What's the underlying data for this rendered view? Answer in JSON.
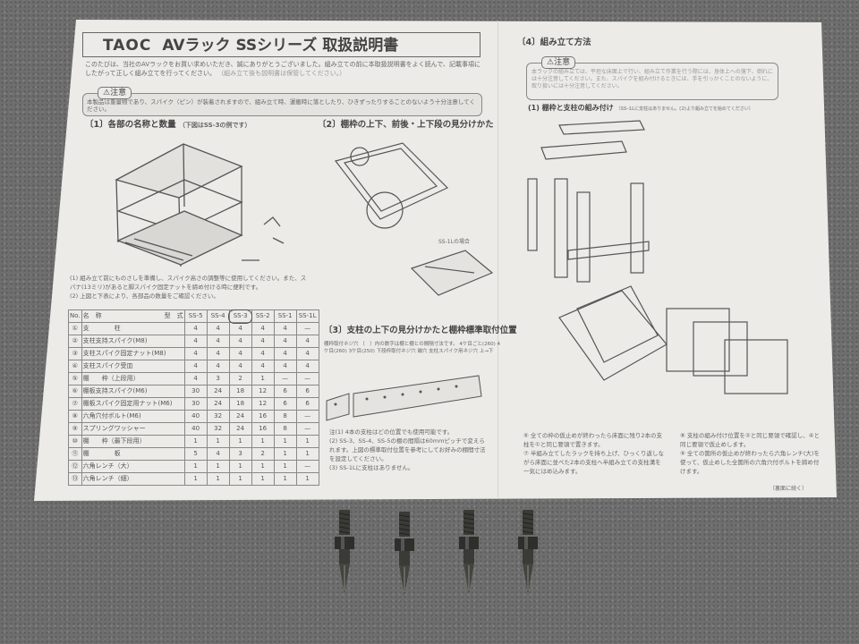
{
  "manual": {
    "brand": "TAOC",
    "title": "AVラック SSシリーズ 取扱説明書",
    "intro": "このたびは、当社のAVラックをお買い求めいただき、誠にありがとうございました。組み立ての前に本取扱説明書をよく読んで、記載事項にしたがって正しく組み立てを行ってください。",
    "intro_note": "（組み立て後も説明書は保管してください。）",
    "caution_label": "⚠注意",
    "caution_text": "本製品は重量物であり、スパイク（ピン）が装着されますので、組み立て時、運搬時に落としたり、ひきずったりすることのないよう十分注意してください。",
    "section1": {
      "heading": "〔1〕各部の名称と数量",
      "note": "（下図はSS-3の例です）",
      "notes": [
        "(1) 組み立て前にものさしを準備し、スパイク高さの調整等に使用してください。また、スパナ(13ミリ)があると脚スパイク固定ナットを締め付ける時に便利です。",
        "(2) 上図と下表により、各部品の数量をご確認ください。"
      ]
    },
    "section2": {
      "heading": "〔2〕棚枠の上下、前後・上下段の見分けかた",
      "label_case": "SS-1Lの場合"
    },
    "section3": {
      "heading": "〔3〕支柱の上下の見分けかたと棚枠標準取付位置",
      "labels": [
        "棚枠取付ネジ穴",
        "（　）内の数字は棚と棚との間隔寸法です。",
        "4ケ目ごと",
        "(260)",
        "4ケ目",
        "(260)",
        "3ケ目",
        "(250)",
        "下段枠取付ネジ穴",
        "端穴",
        "支柱スパイク用ネジ穴",
        "上",
        "下"
      ],
      "notes": [
        "注(1) 4本の支柱はどの位置でも使用可能です。",
        "(2) SS-3、SS-4、SS-5の棚の間隔は60mmピッチで変えられます。上図の標準取付位置を参考にしてお好みの棚間寸法を設定してください。",
        "(3) SS-1Lに支柱はありません。"
      ]
    },
    "section4": {
      "heading": "〔4〕組み立て方法",
      "caution_text": "本ラックの組み立ては、平坦な床面上で行い、組み立て作業を行う際には、身体上への落下、倒れには十分注意してください。また、スパイクを組み付けるときには、手を引っかくことのないように、取り扱いには十分注意してください。",
      "sub1": "(1) 棚枠と支柱の組み付け",
      "sub1_note": "（SS-1Lに支柱はありません。(2)より組み立てを始めてください）",
      "steps_left": [
        "⑥ 全ての枠の仮止めが終わったら床面に残り2本の支柱を①と同じ要領で置きます。",
        "⑦ 半組み立てしたラックを持ち上げ、ひっくり返しながら床面に並べた2本の支柱へ半組み立ての支柱溝を一気にはめ込みます。"
      ],
      "steps_right": [
        "⑧ 支柱の組み付け位置を②と同じ要領で確認し、④と同じ要領で仮止めします。",
        "⑨ 全ての箇所の仮止めが終わったら六角レンチ(大)を使って、仮止めした全箇所の六角穴付ボルトを締め付けます。"
      ],
      "continued": "（裏面に続く）"
    },
    "table": {
      "header_no": "No.",
      "header_name": "名　称",
      "header_model": "型　式",
      "models": [
        "SS-5",
        "SS-4",
        "SS-3",
        "SS-2",
        "SS-1",
        "SS-1L"
      ],
      "rows": [
        {
          "no": "①",
          "name": "支　　　　柱",
          "values": [
            "4",
            "4",
            "4",
            "4",
            "4",
            "—"
          ]
        },
        {
          "no": "②",
          "name": "支柱支持スパイク(M8)",
          "values": [
            "4",
            "4",
            "4",
            "4",
            "4",
            "4"
          ]
        },
        {
          "no": "③",
          "name": "支柱スパイク固定ナット(M8)",
          "values": [
            "4",
            "4",
            "4",
            "4",
            "4",
            "4"
          ]
        },
        {
          "no": "④",
          "name": "支柱スパイク受皿",
          "values": [
            "4",
            "4",
            "4",
            "4",
            "4",
            "4"
          ]
        },
        {
          "no": "⑤",
          "name": "棚　　枠（上段用）",
          "values": [
            "4",
            "3",
            "2",
            "1",
            "—",
            "—"
          ]
        },
        {
          "no": "⑥",
          "name": "棚板支持スパイク(M6)",
          "values": [
            "30",
            "24",
            "18",
            "12",
            "6",
            "6"
          ]
        },
        {
          "no": "⑦",
          "name": "棚板スパイク固定用ナット(M6)",
          "values": [
            "30",
            "24",
            "18",
            "12",
            "6",
            "6"
          ]
        },
        {
          "no": "⑧",
          "name": "六角穴付ボルト(M6)",
          "values": [
            "40",
            "32",
            "24",
            "16",
            "8",
            "—"
          ]
        },
        {
          "no": "⑨",
          "name": "スプリングワッシャー",
          "values": [
            "40",
            "32",
            "24",
            "16",
            "8",
            "—"
          ]
        },
        {
          "no": "⑩",
          "name": "棚　　枠（最下段用）",
          "values": [
            "1",
            "1",
            "1",
            "1",
            "1",
            "1"
          ]
        },
        {
          "no": "⑪",
          "name": "棚　　　　板",
          "values": [
            "5",
            "4",
            "3",
            "2",
            "1",
            "1"
          ]
        },
        {
          "no": "⑫",
          "name": "六角レンチ（大）",
          "values": [
            "1",
            "1",
            "1",
            "1",
            "1",
            "—"
          ]
        },
        {
          "no": "⑬",
          "name": "六角レンチ（細）",
          "values": [
            "1",
            "1",
            "1",
            "1",
            "1",
            "1"
          ]
        }
      ]
    }
  },
  "colors": {
    "carpet": "#6e6e6e",
    "paper": "#ecebe8",
    "spike": "#3a3a36"
  }
}
